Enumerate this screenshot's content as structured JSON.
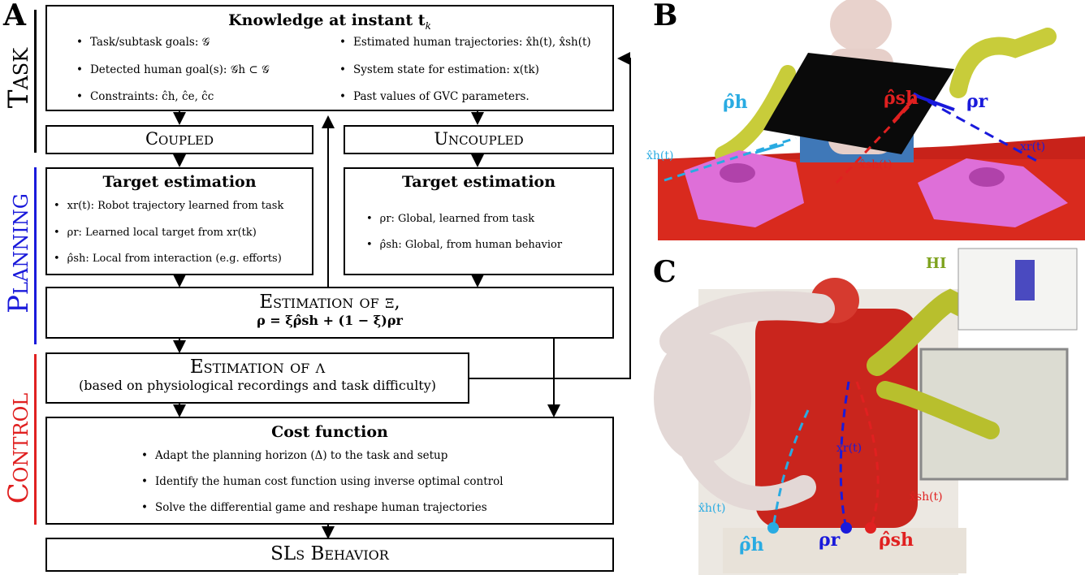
{
  "panels": {
    "a": "A",
    "b": "B",
    "c": "C"
  },
  "side_labels": {
    "task": "Task",
    "planning": "Planning",
    "control": "Control"
  },
  "colors": {
    "task": "#000000",
    "planning": "#1a1adb",
    "control": "#e02020"
  },
  "knowledge": {
    "title": "Knowledge at instant t",
    "title_sub": "k",
    "left_items": [
      "Task/subtask goals: 𝒢",
      "Detected human goal(s): 𝒢h ⊂ 𝒢",
      "Constraints: ĉh, ĉe, ĉc"
    ],
    "right_items": [
      "Estimated human trajectories: x̂h(t), x̂sh(t)",
      "System state for estimation: x(tk)",
      "Past values of GVC parameters."
    ]
  },
  "coupled": "Coupled",
  "uncoupled": "Uncoupled",
  "target_left": {
    "title": "Target estimation",
    "items": [
      "xr(t): Robot trajectory learned from task",
      "ρr: Learned local target from xr(tk)",
      "ρ̂sh: Local from interaction (e.g. efforts)"
    ]
  },
  "target_right": {
    "title": "Target estimation",
    "items": [
      "ρr: Global, learned from task",
      "ρ̂sh: Global, from human behavior"
    ]
  },
  "xi_box": {
    "line1": "Estimation of ξ,",
    "line2": "ρ = ξρ̂sh + (1 − ξ)ρr"
  },
  "lambda_box": {
    "line1": "Estimation of λ",
    "line2": "(based on physiological recordings and task difficulty)"
  },
  "cost": {
    "title": "Cost function",
    "items": [
      "Adapt the planning horizon (Δ) to the task and setup",
      "Identify the human cost function using inverse optimal control",
      "Solve the differential game and reshape human trajectories"
    ]
  },
  "sls": "SLs Behavior",
  "scene_b": {
    "rho_h": "ρ̂h",
    "rho_hs": "ρ̂sh",
    "rho_r": "ρr",
    "xh": "x̂h(t)",
    "xhs": "x̂sh(t)",
    "xr": "xr(t)"
  },
  "scene_c": {
    "hi": "HI",
    "xr": "xr(t)",
    "xhs": "x̂sh(t)",
    "xh": "x̂h(t)",
    "rho_h": "ρ̂h",
    "rho_r": "ρr",
    "rho_hs": "ρ̂sh"
  }
}
